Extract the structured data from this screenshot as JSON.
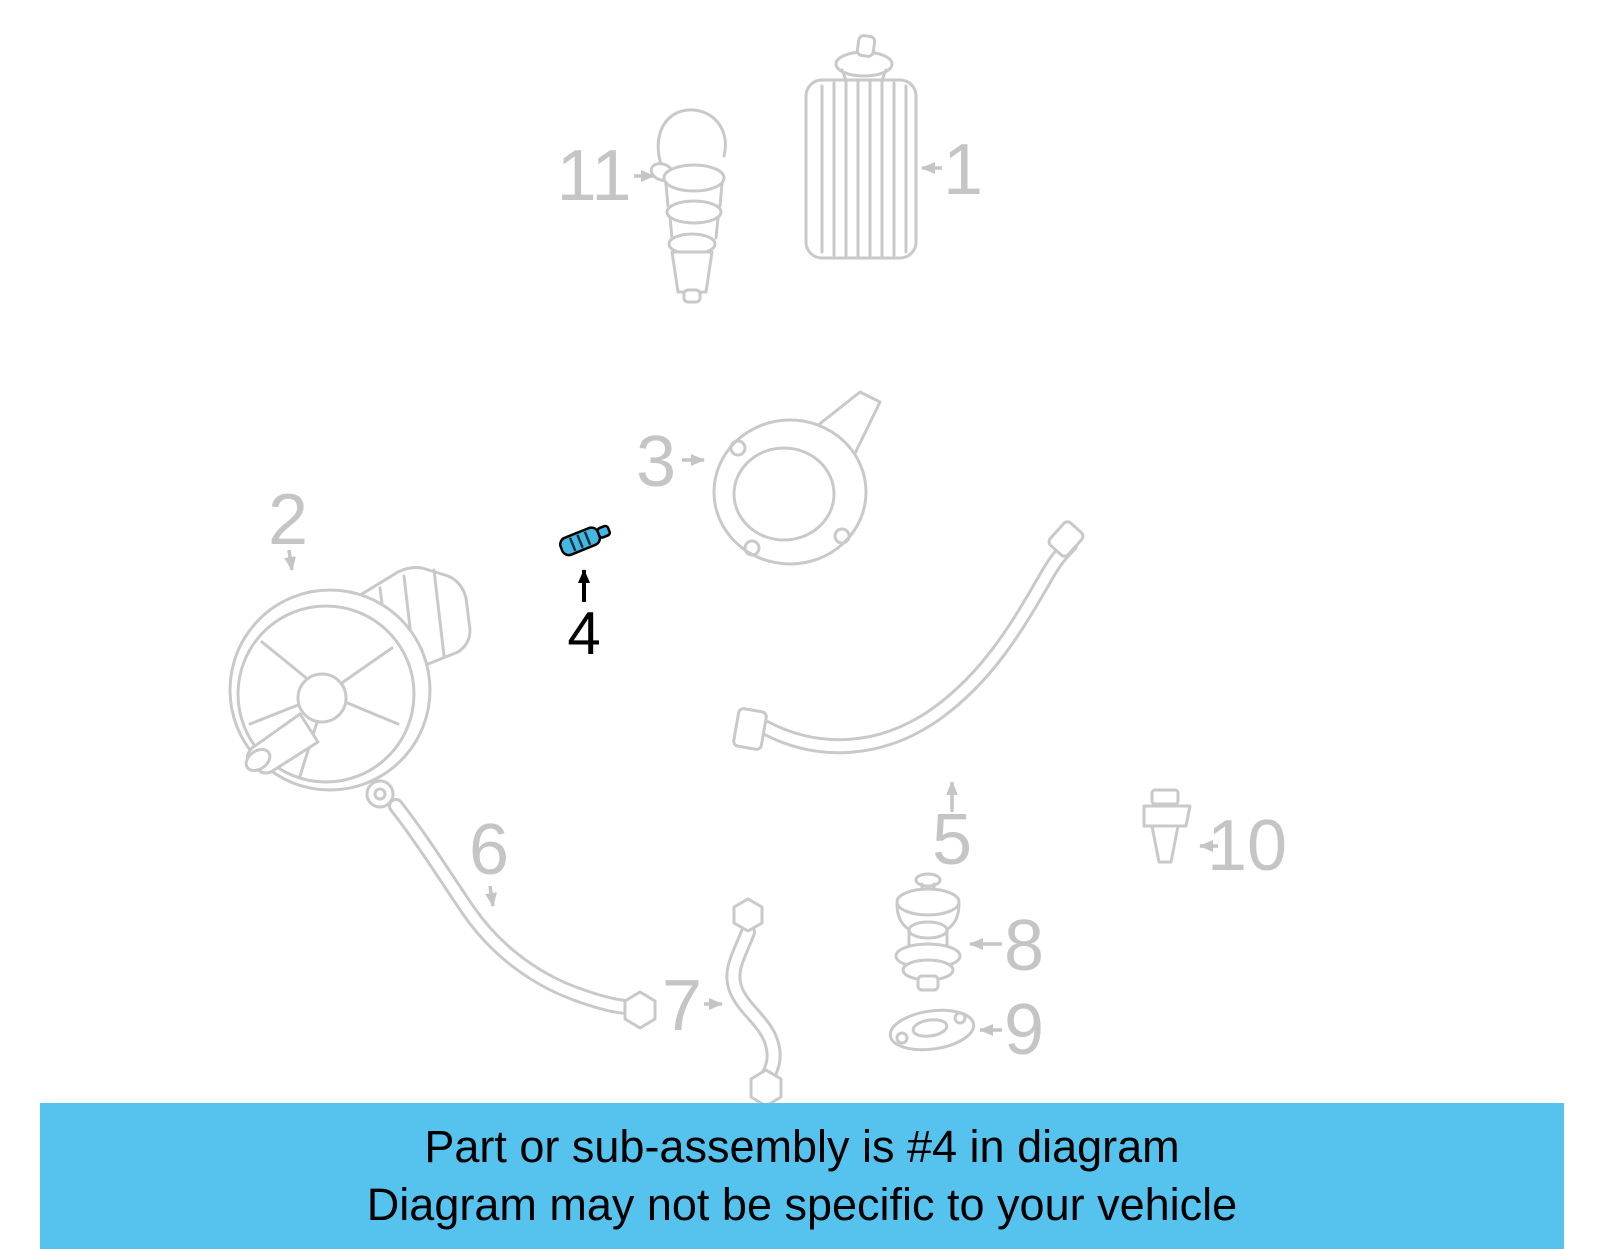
{
  "diagram": {
    "highlighted_part": "4",
    "line_color": "#c9c9c9",
    "label_color": "#c5c5c5",
    "highlight_fill": "#46b7e2",
    "highlight_stroke": "#000000",
    "labels": {
      "p1": "1",
      "p2": "2",
      "p3": "3",
      "p4": "4",
      "p5": "5",
      "p6": "6",
      "p7": "7",
      "p8": "8",
      "p9": "9",
      "p10": "10",
      "p11": "11"
    }
  },
  "banner": {
    "background": "#55c3ee",
    "text_color": "#000000",
    "line1": "Part or sub-assembly is #4 in diagram",
    "line2": "Diagram may not be specific to your vehicle"
  }
}
